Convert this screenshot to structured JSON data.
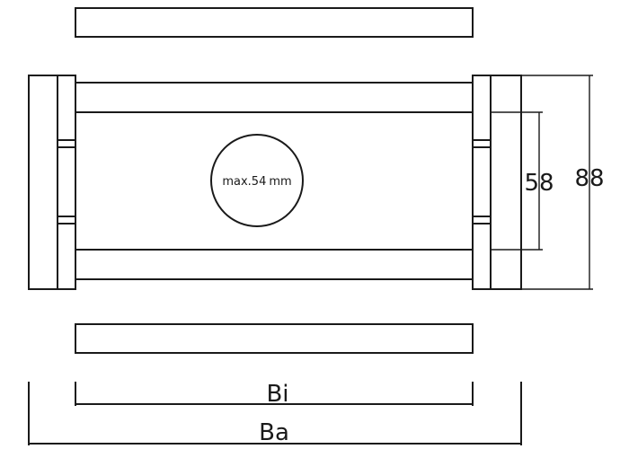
{
  "drawing": {
    "hole_label_prefix": "max.",
    "hole_label_value": "54",
    "hole_label_unit": "mm",
    "dim_inner_height": "58",
    "dim_outer_height": "88",
    "dim_inner_width": "Bi",
    "dim_outer_width": "Ba"
  },
  "colors": {
    "stroke": "#1a1a1a",
    "background": "#ffffff"
  }
}
